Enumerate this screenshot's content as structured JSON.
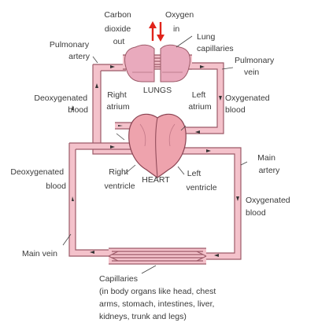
{
  "labels": {
    "carbon_dioxide_out": [
      "Carbon",
      "dioxide",
      "out"
    ],
    "oxygen_in": [
      "Oxygen",
      "in"
    ],
    "lung_capillaries": [
      "Lung",
      "capillaries"
    ],
    "pulmonary_artery": [
      "Pulmonary",
      "artery"
    ],
    "pulmonary_vein": [
      "Pulmonary",
      "vein"
    ],
    "lungs": "LUNGS",
    "deoxygenated_blood_upper": [
      "Deoxygenated",
      "blood"
    ],
    "right_atrium": [
      "Right",
      "atrium"
    ],
    "left_atrium": [
      "Left",
      "atrium"
    ],
    "oxygenated_blood_upper": [
      "Oxygenated",
      "blood"
    ],
    "deoxygenated_blood_lower": [
      "Deoxygenated",
      "blood"
    ],
    "right_ventricle": [
      "Right",
      "ventricle"
    ],
    "heart": "HEART",
    "left_ventricle": [
      "Left",
      "ventricle"
    ],
    "main_artery": [
      "Main",
      "artery"
    ],
    "oxygenated_blood_lower": [
      "Oxygenated",
      "blood"
    ],
    "main_vein": "Main vein",
    "capillaries": [
      "Capillaries",
      "(in body organs like head, chest",
      "arms, stomach, intestines, liver,",
      "kidneys, trunk and legs)"
    ]
  },
  "colors": {
    "vessel_fill": "#f4c2cb",
    "vessel_outline": "#9c5a68",
    "gas_arrow": "#e0241b",
    "lung_fill": "#e9aabd",
    "heart_fill": "#eea3ad"
  },
  "icons": {
    "gas_exchange": "red-up-down-arrows",
    "flow": "black-direction-arrows"
  }
}
